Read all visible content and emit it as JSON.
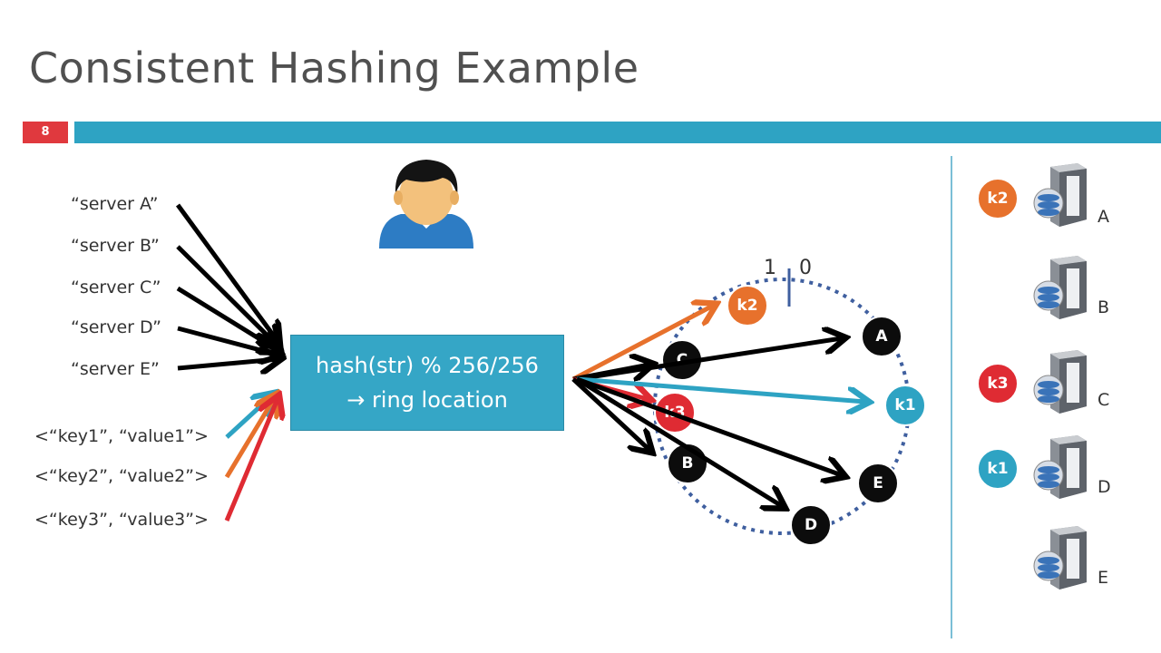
{
  "title": "Consistent Hashing Example",
  "slide_number": "8",
  "sources": {
    "server_a": "“server A”",
    "server_b": "“server B”",
    "server_c": "“server C”",
    "server_d": "“server D”",
    "server_e": "“server E”",
    "kv1": "<“key1”, “value1”>",
    "kv2": "<“key2”, “value2”>",
    "kv3": "<“key3”, “value3”>"
  },
  "hash_box": {
    "line1": "hash(str) % 256/256",
    "line2": "→ ring location"
  },
  "ring": {
    "label_one": "1",
    "label_zero": "0",
    "nodes": {
      "a": "A",
      "b": "B",
      "c": "C",
      "d": "D",
      "e": "E",
      "k1": "k1",
      "k2": "k2",
      "k3": "k3"
    }
  },
  "servers": {
    "a": "A",
    "b": "B",
    "c": "C",
    "d": "D",
    "e": "E",
    "key_k2": "k2",
    "key_k3": "k3",
    "key_k1": "k1"
  },
  "colors": {
    "accent_blue": "#2ea3c3",
    "key1_arrow": "#2ea3c3",
    "key2_arrow": "#e7712c",
    "key3_arrow": "#df2b33",
    "server_arrow": "#000000",
    "slide_number_bg": "#e0393e"
  },
  "icons": {
    "user": "user-avatar-icon",
    "server": "server-icon"
  }
}
